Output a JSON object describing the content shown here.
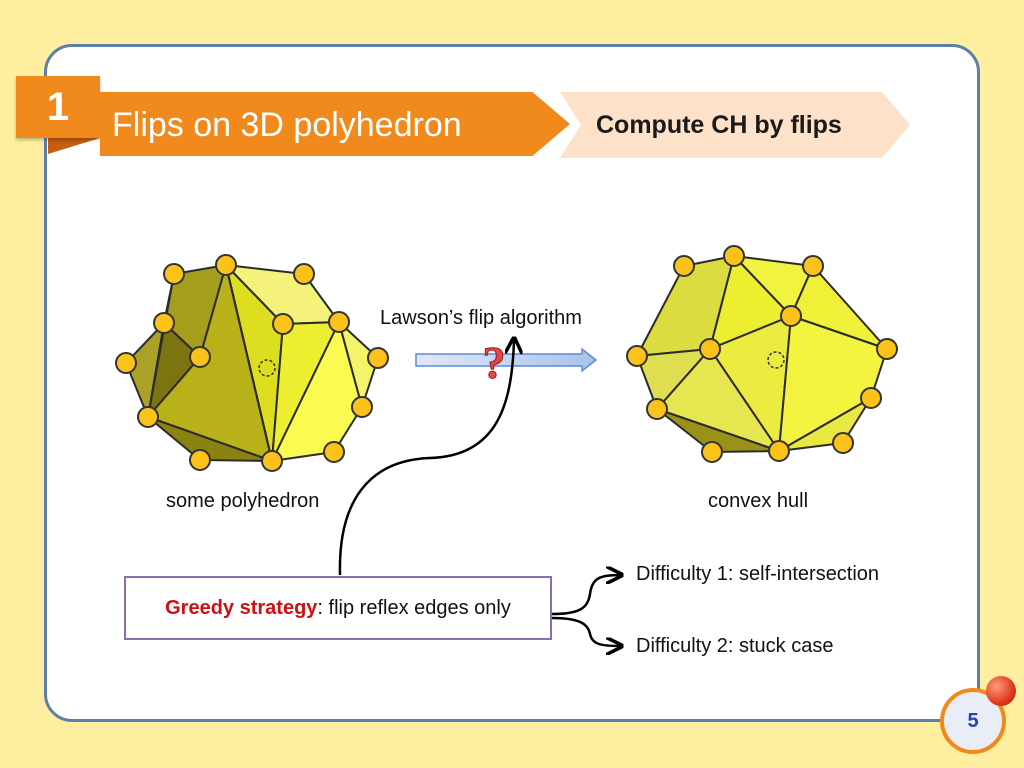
{
  "slide": {
    "section_number": "1",
    "title": "Flips on 3D polyhedron",
    "subtitle": "Compute CH by flips",
    "page_number": "5"
  },
  "figure": {
    "left_caption": "some polyhedron",
    "right_caption": "convex hull",
    "arrow_label": "Lawson’s flip algorithm",
    "question_mark": "?"
  },
  "strategy": {
    "bold_label": "Greedy strategy",
    "rest": ": flip reflex edges only"
  },
  "difficulties": [
    "Difficulty 1: self-intersection",
    "Difficulty 2: stuck case"
  ],
  "colors": {
    "background": "#fdeea0",
    "accent_orange": "#f08a1c",
    "card_border": "#5a7fa8",
    "highlight_red": "#d01010",
    "vertex_yellow": "#fbc21a"
  }
}
